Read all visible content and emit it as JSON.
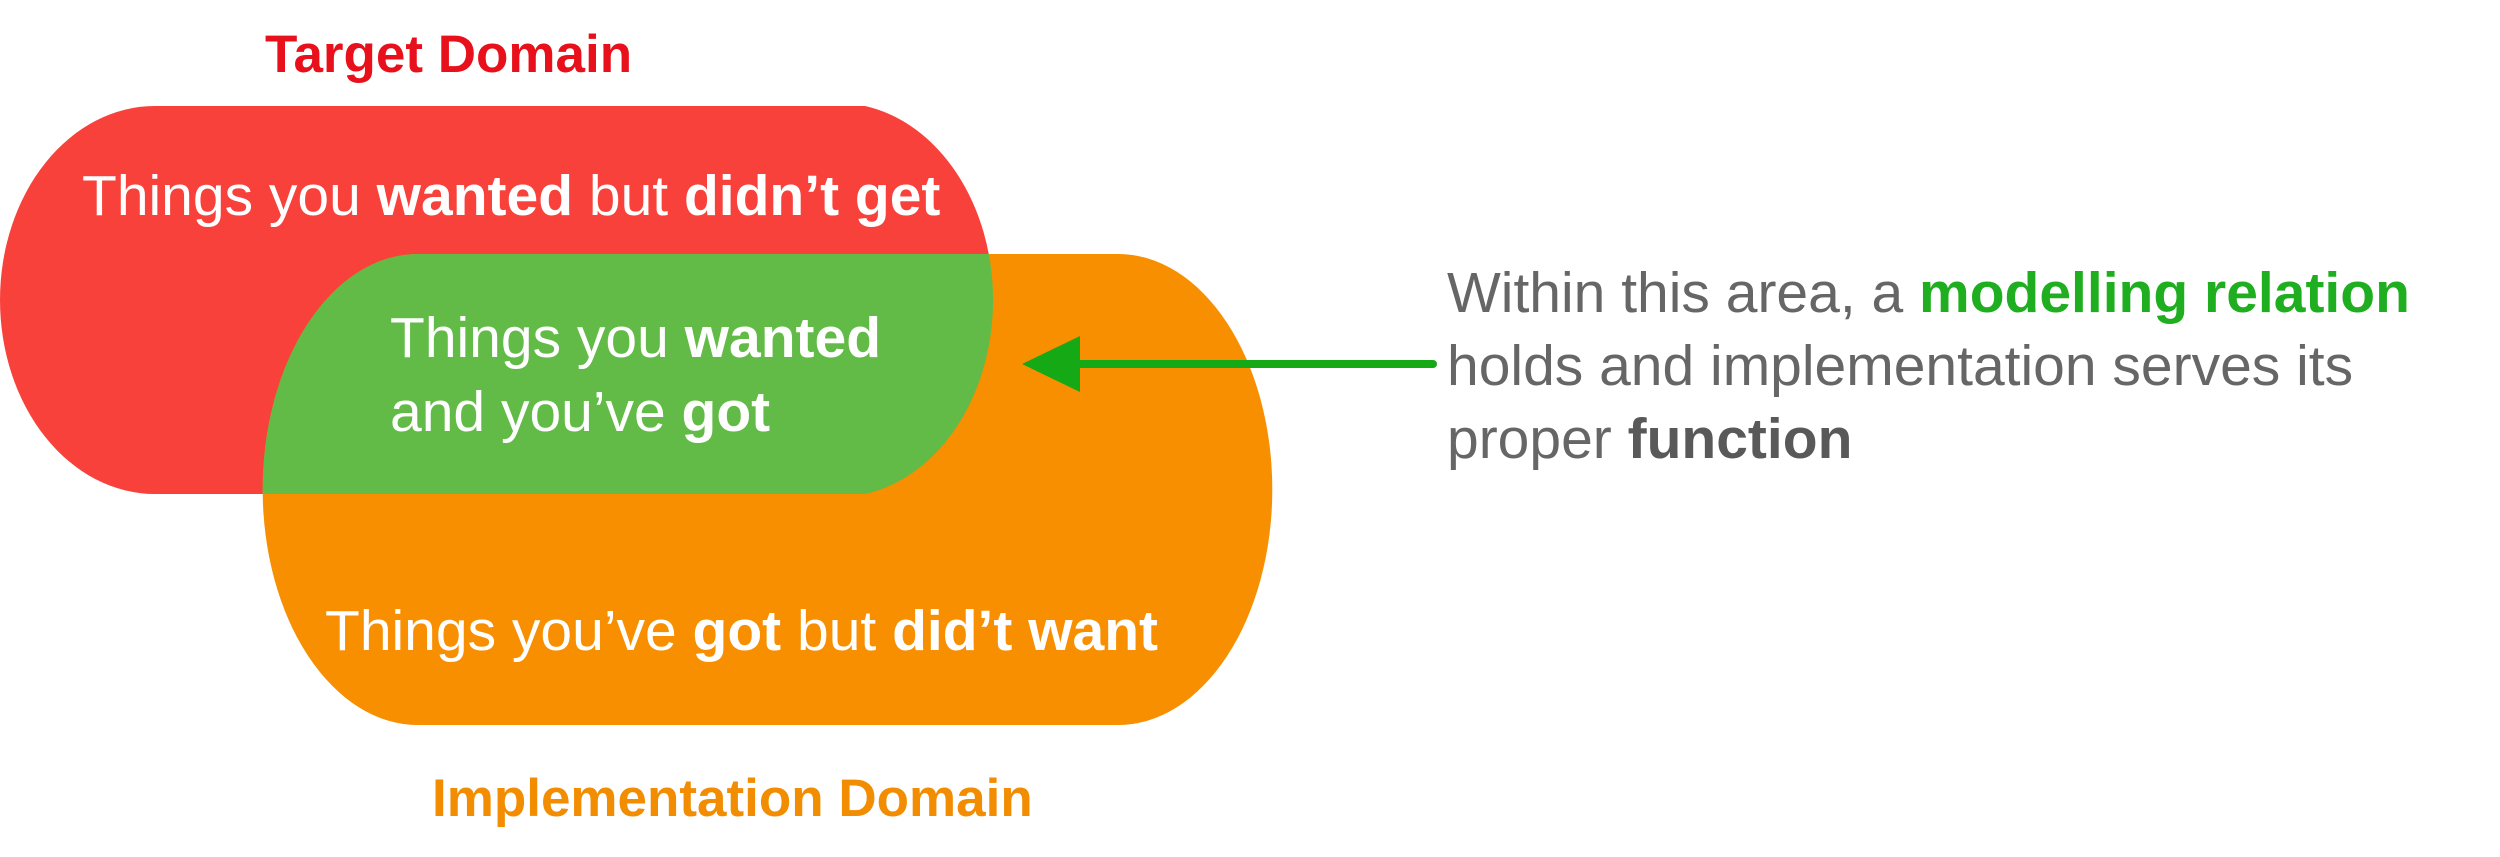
{
  "labels": {
    "target_domain": "Target Domain",
    "implementation_domain": "Implementation Domain"
  },
  "regions": {
    "target_only": {
      "p1": "Things you ",
      "b1": "wanted",
      "p2": " but ",
      "b2": "didn’t get"
    },
    "overlap": {
      "line1_p": "Things you ",
      "line1_b": "wanted",
      "line2_p": "and you’ve ",
      "line2_b": "got"
    },
    "implementation_only": {
      "p1": "Things you’ve ",
      "b1": "got",
      "p2": " but ",
      "b2": "did’t want"
    }
  },
  "annotation": {
    "line1_p": "Within this area, a ",
    "line1_b": "modelling relation",
    "line2": "holds and implementation serves its",
    "line3_p": "proper ",
    "line3_b": "function"
  },
  "colors": {
    "target": "#f8413a",
    "implementation": "#f78f00",
    "overlap": "#62bb46",
    "arrow": "#16a916",
    "note_text": "#666666",
    "highlight": "#1fae1f"
  }
}
